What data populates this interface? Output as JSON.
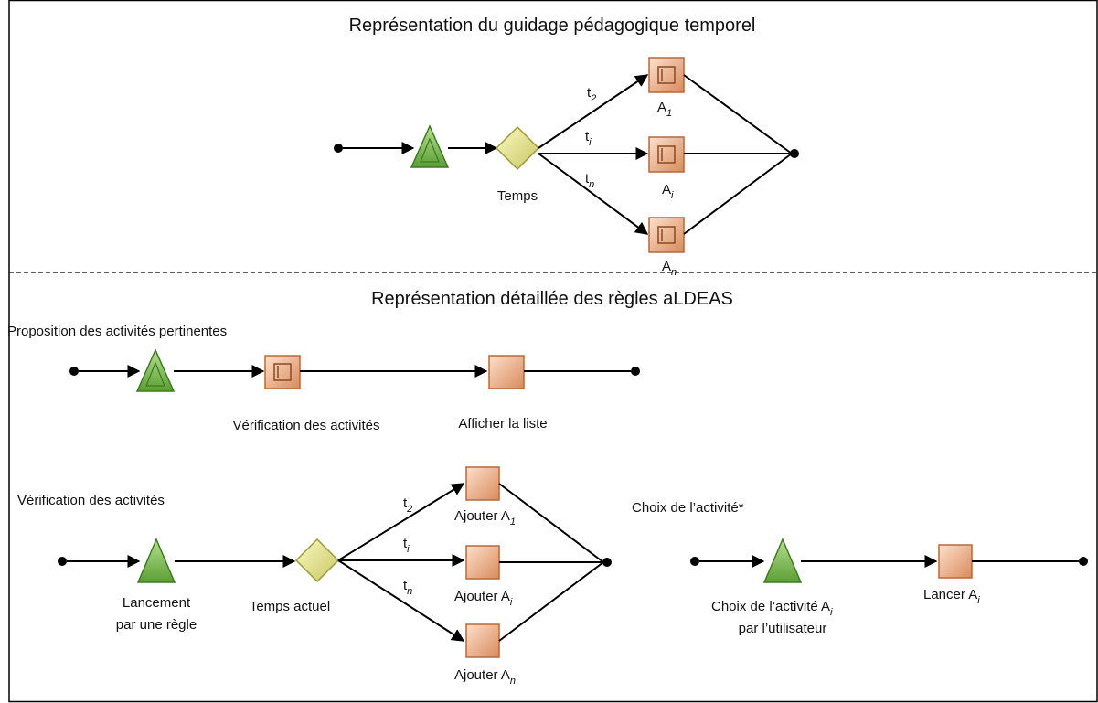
{
  "titles": {
    "top": "Représentation du guidage pédagogique temporel",
    "bottom": "Représentation détaillée des règles aLDEAS"
  },
  "colors": {
    "frame": "#000000",
    "triangle": "#7fbf4f",
    "triangle_dark": "#3d7a22",
    "diamond": "#e4e98a",
    "diamond_dark": "#9a9a3a",
    "square": "#f3b893",
    "square_dark": "#b8683a"
  },
  "section_top": {
    "nodes": {
      "temps": "Temps",
      "a1": {
        "base": "A",
        "sub": "1"
      },
      "ai": {
        "base": "A",
        "sub": "i"
      },
      "an": {
        "base": "A",
        "sub": "n"
      }
    },
    "edges": {
      "t2": {
        "base": "t",
        "sub": "2"
      },
      "ti": {
        "base": "t",
        "sub": "i"
      },
      "tn": {
        "base": "t",
        "sub": "n"
      }
    }
  },
  "rule1": {
    "title": "Proposition des activités pertinentes",
    "verification": "Vérification des activités",
    "afficher": "Afficher la liste"
  },
  "rule2": {
    "title": "Vérification des activités",
    "lancement_1": "Lancement",
    "lancement_2": "par une règle",
    "temps_actuel": "Temps actuel",
    "ajouter_1": {
      "base": "Ajouter A",
      "sub": "1"
    },
    "ajouter_i": {
      "base": "Ajouter A",
      "sub": "i"
    },
    "ajouter_n": {
      "base": "Ajouter A",
      "sub": "n"
    },
    "edges": {
      "t2": {
        "base": "t",
        "sub": "2"
      },
      "ti": {
        "base": "t",
        "sub": "i"
      },
      "tn": {
        "base": "t",
        "sub": "n"
      }
    }
  },
  "rule3": {
    "title": "Choix de l’activité*",
    "choix_1": {
      "base": "Choix de l’activité A",
      "sub": "i"
    },
    "choix_2": "par l’utilisateur",
    "lancer": {
      "base": "Lancer A",
      "sub": "i"
    }
  }
}
